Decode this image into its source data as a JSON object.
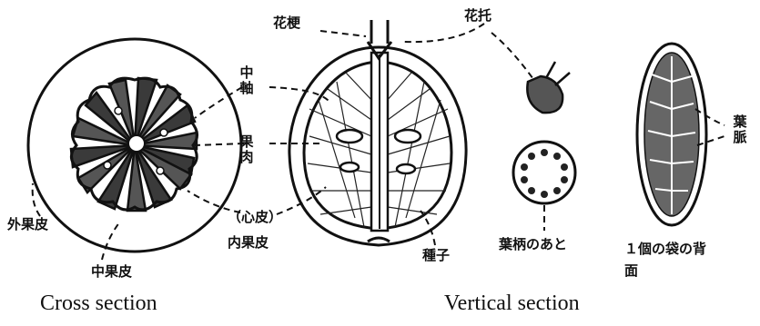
{
  "labels": {
    "central_axis": "中軸",
    "flesh": "果肉",
    "endocarp_paren": "（心皮）",
    "endocarp": "内果皮",
    "exocarp": "外果皮",
    "mesocarp": "中果皮",
    "pedicel": "花梗",
    "receptacle": "花托",
    "seed": "種子",
    "petiole_scar": "葉柄のあと",
    "vein": "葉脈",
    "segment_back": "１個の袋の背面"
  },
  "captions": {
    "cross": "Cross section",
    "vertical": "Vertical section"
  }
}
